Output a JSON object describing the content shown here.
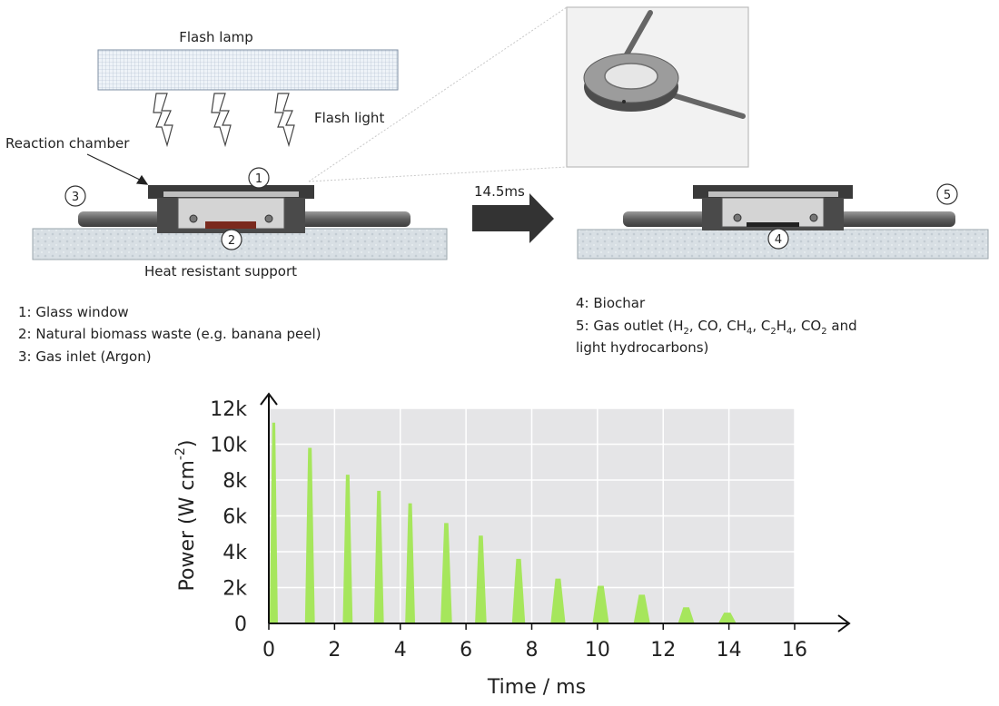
{
  "diagram": {
    "flash_lamp_label": "Flash lamp",
    "flash_light_label": "Flash light",
    "reaction_chamber_label": "Reaction chamber",
    "support_label": "Heat resistant support",
    "arrow_label": "14.5ms",
    "markers": {
      "m1": "1",
      "m2": "2",
      "m3": "3",
      "m4": "4",
      "m5": "5"
    },
    "legend_left": [
      "1: Glass window",
      "2: Natural biomass waste (e.g. banana peel)",
      "3: Gas inlet (Argon)"
    ],
    "legend_right": {
      "line1": "4: Biochar",
      "line2_parts": [
        {
          "t": "5: Gas outlet (H",
          "s": false
        },
        {
          "t": "2",
          "s": true
        },
        {
          "t": ", CO, CH",
          "s": false
        },
        {
          "t": "4",
          "s": true
        },
        {
          "t": ", C",
          "s": false
        },
        {
          "t": "2",
          "s": true
        },
        {
          "t": "H",
          "s": false
        },
        {
          "t": "4",
          "s": true
        },
        {
          "t": ", CO",
          "s": false
        },
        {
          "t": "2",
          "s": true
        },
        {
          "t": " and",
          "s": false
        }
      ],
      "line3": "light hydrocarbons)"
    },
    "colors": {
      "chamber": "#3a3a3a",
      "tube": "#6b6b6b",
      "support": "#d6dde2",
      "biomass": "#7a2a1e",
      "arrow": "#333333"
    }
  },
  "chart_data": {
    "type": "bar",
    "xlabel": "Time / ms",
    "ylabel_main": "Power (W cm",
    "ylabel_sup": "-2",
    "ylabel_close": ")",
    "xlim": [
      0,
      16
    ],
    "ylim": [
      0,
      12000
    ],
    "x_ticks": [
      "0",
      "2",
      "4",
      "6",
      "8",
      "10",
      "12",
      "14",
      "16"
    ],
    "y_ticks": [
      "0",
      "2k",
      "4k",
      "6k",
      "8k",
      "10k",
      "12k"
    ],
    "pulses": [
      {
        "x": 0.15,
        "width": 0.25,
        "y": 11200
      },
      {
        "x": 1.25,
        "width": 0.3,
        "y": 9800
      },
      {
        "x": 2.4,
        "width": 0.3,
        "y": 8300
      },
      {
        "x": 3.35,
        "width": 0.3,
        "y": 7400
      },
      {
        "x": 4.3,
        "width": 0.3,
        "y": 6700
      },
      {
        "x": 5.4,
        "width": 0.35,
        "y": 5600
      },
      {
        "x": 6.45,
        "width": 0.35,
        "y": 4900
      },
      {
        "x": 7.6,
        "width": 0.4,
        "y": 3600
      },
      {
        "x": 8.8,
        "width": 0.45,
        "y": 2500
      },
      {
        "x": 10.1,
        "width": 0.5,
        "y": 2100
      },
      {
        "x": 11.35,
        "width": 0.5,
        "y": 1600
      },
      {
        "x": 12.7,
        "width": 0.5,
        "y": 900
      },
      {
        "x": 13.95,
        "width": 0.55,
        "y": 600
      }
    ],
    "colors": {
      "bar": "#a6e65c",
      "plot_bg": "#e5e5e7",
      "grid": "#ffffff",
      "axis": "#111111"
    }
  }
}
